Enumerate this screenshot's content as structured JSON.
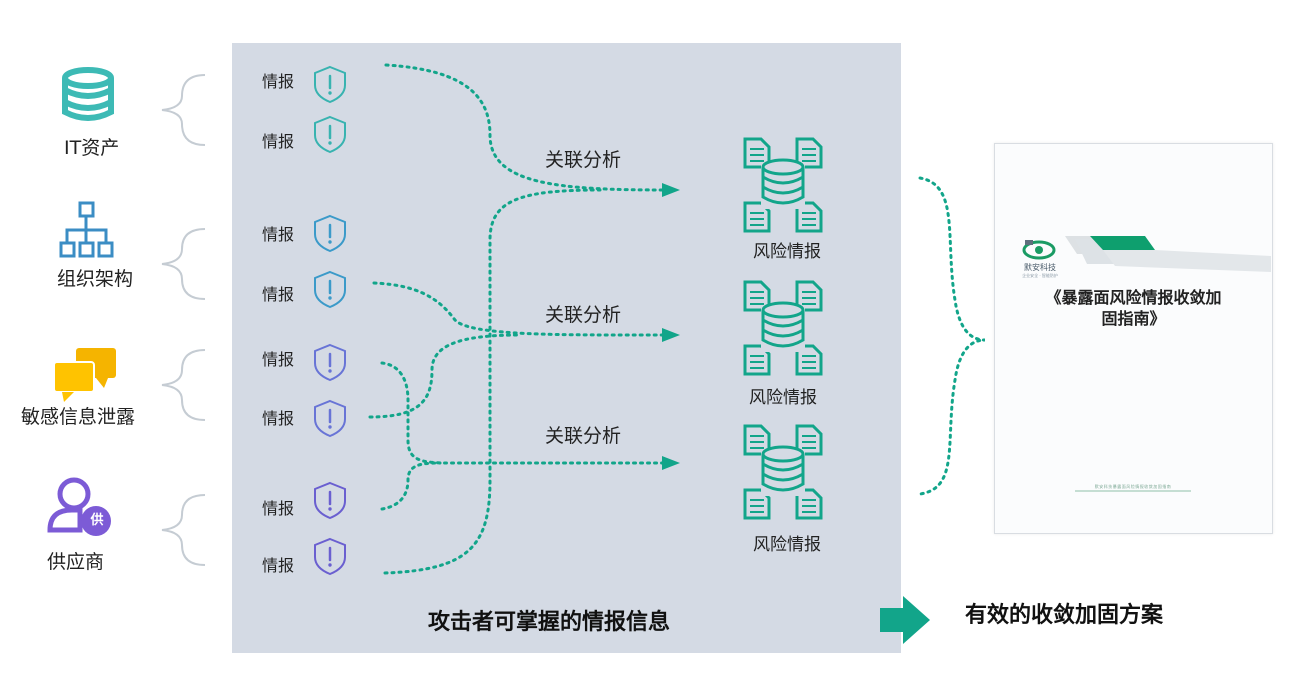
{
  "categories": [
    {
      "label": "IT资产",
      "icon": "database-icon"
    },
    {
      "label": "组织架构",
      "icon": "org-chart-icon"
    },
    {
      "label": "敏感信息泄露",
      "icon": "chat-bubbles-icon"
    },
    {
      "label": "供应商",
      "icon": "supplier-icon"
    }
  ],
  "intel": {
    "label": "情报",
    "shield_icon": "shield-alert-icon",
    "colors": [
      "#38b3b0",
      "#38b3b0",
      "#3b9ac9",
      "#3b9ac9",
      "#6874d6",
      "#6874d6",
      "#6a5fd0",
      "#6a5fd0"
    ]
  },
  "analysis_label": "关联分析",
  "risk_label": "风险情报",
  "risk_icon": "risk-intel-database-icon",
  "panel_caption": "攻击者可掌握的情报信息",
  "result_caption": "有效的收敛加固方案",
  "guide": {
    "brand": "默安科技",
    "brand_sub": "企业安全 · 智能防护",
    "title_line1": "《暴露面风险情报收敛加",
    "title_line2": "固指南》",
    "footer": "默安科技暴露面风险情报收敛加固指南"
  },
  "colors": {
    "teal": "#12a58a",
    "panel": "#d4dae4",
    "it_icon": "#3dbab5",
    "org_icon": "#3b8dc4",
    "chat_icon": "#f5b400",
    "supplier_icon": "#7c5bd6"
  }
}
